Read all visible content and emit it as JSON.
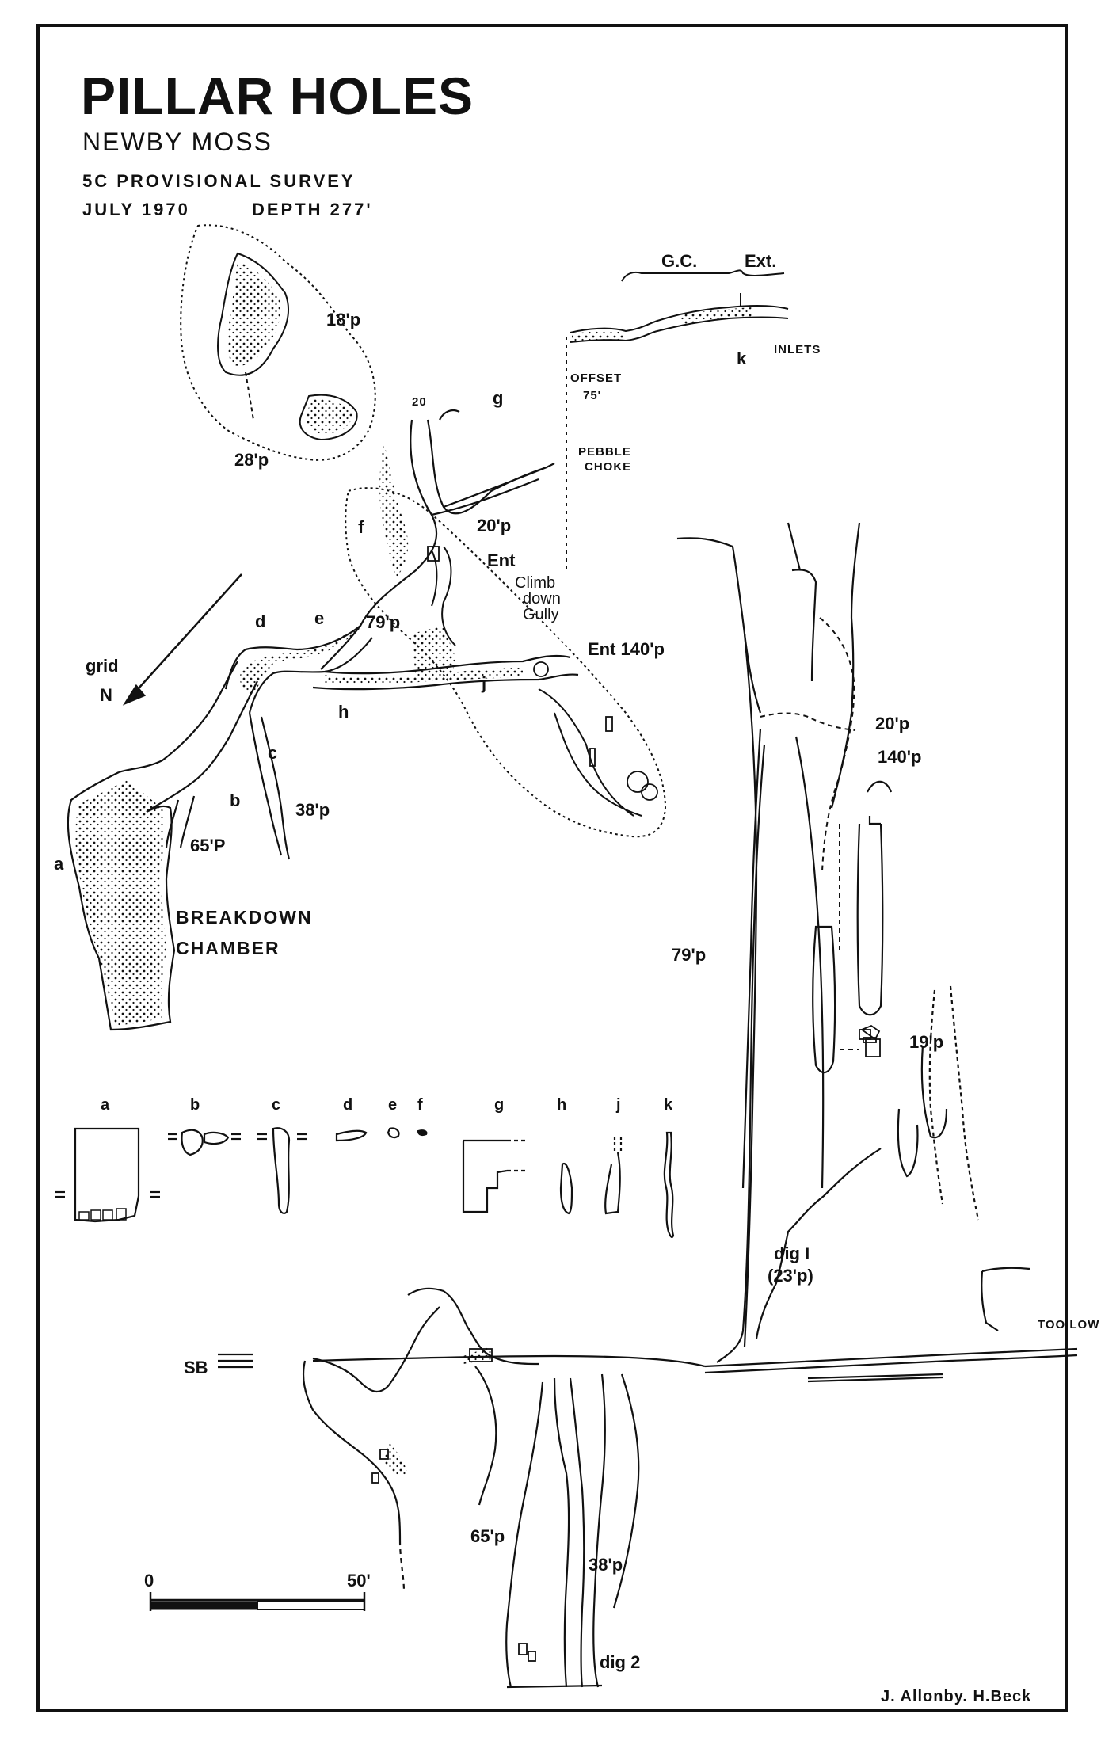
{
  "title": "PILLAR HOLES",
  "subtitle": "NEWBY MOSS",
  "survey_line": "5C PROVISIONAL SURVEY",
  "date_line": "JULY 1970",
  "depth_line": "DEPTH 277'",
  "authors": "J. Allonby. H.Beck",
  "plan_labels": {
    "p18": "18'p",
    "p28": "28'p",
    "p20_small": "20",
    "g": "g",
    "pebble": "PEBBLE",
    "choke": "CHOKE",
    "p20": "20'p",
    "ent": "Ent",
    "climb": "Climb",
    "down": "down",
    "gully": "Gully",
    "p79": "79'p",
    "ent140": "Ent 140'p",
    "f": "f",
    "e": "e",
    "d": "d",
    "h": "h",
    "j": "j",
    "c": "c",
    "b": "b",
    "a": "a",
    "p38": "38'p",
    "p65": "65'P",
    "breakdown": "BREAKDOWN",
    "chamber": "CHAMBER",
    "grid": "grid",
    "north": "N",
    "gc": "G.C.",
    "ext": "Ext.",
    "k": "k",
    "inlets": "INLETS",
    "offset": "OFFSET",
    "offset_val": "75'"
  },
  "section_labels": {
    "a": "a",
    "b": "b",
    "c": "c",
    "d": "d",
    "e": "e",
    "f": "f",
    "g": "g",
    "h": "h",
    "j": "j",
    "k": "k"
  },
  "elevation_labels": {
    "p20": "20'p",
    "p140": "140'p",
    "p79": "79'p",
    "p19": "19'p",
    "dig1": "dig I",
    "dig1b": "(23'p)",
    "sb": "SB",
    "p65": "65'p",
    "p38": "38'p",
    "dig2": "dig 2",
    "too_low": "TOO LOW"
  },
  "scale": {
    "zero": "0",
    "fifty": "50'"
  }
}
